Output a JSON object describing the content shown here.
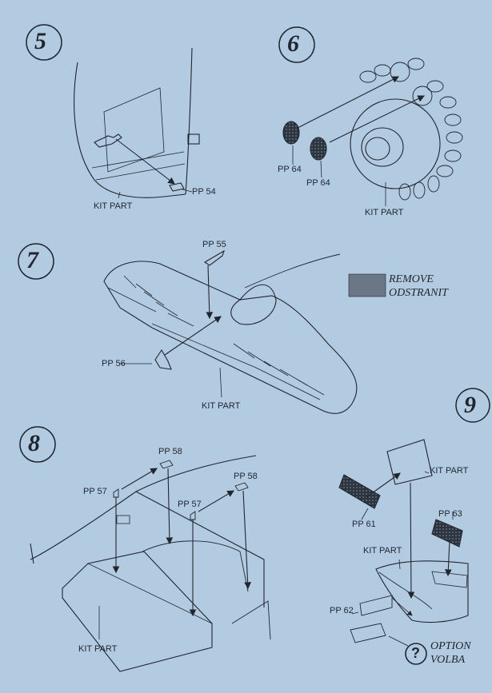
{
  "colors": {
    "background": "#b3cbe0",
    "line": "#1f2630",
    "remove_swatch": "#6b7786",
    "etched_part": "#2c3440"
  },
  "steps": [
    {
      "number": "5",
      "labels": {
        "pp": "PP 54",
        "kit": "KIT PART"
      }
    },
    {
      "number": "6",
      "labels": {
        "pp_a": "PP 64",
        "pp_b": "PP 64",
        "kit": "KIT PART"
      }
    },
    {
      "number": "7",
      "labels": {
        "pp_top": "PP 55",
        "pp_left": "PP 56",
        "kit": "KIT PART"
      }
    },
    {
      "number": "8",
      "labels": {
        "pp57_a": "PP 57",
        "pp58_a": "PP 58",
        "pp57_b": "PP 57",
        "pp58_b": "PP 58",
        "kit": "KIT PART"
      }
    },
    {
      "number": "9",
      "labels": {
        "kit_top": "KIT PART",
        "pp61": "PP 61",
        "pp63": "PP 63",
        "kit_mid": "KIT PART",
        "pp62": "PP 62"
      }
    }
  ],
  "legend": {
    "remove_line1": "REMOVE",
    "remove_line2": "ODSTRANIT",
    "option_symbol": "?",
    "option_line1": "OPTION",
    "option_line2": "VOLBA"
  }
}
